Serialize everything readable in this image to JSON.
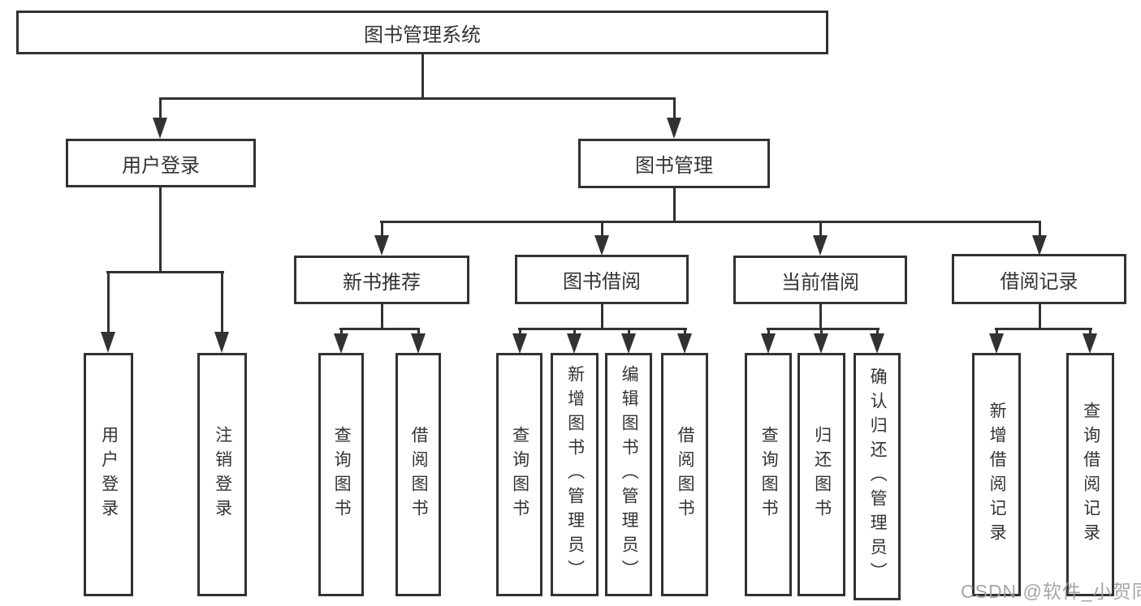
{
  "colors": {
    "line": "#323232",
    "box_border": "#323232",
    "background": "#ffffff",
    "text": "#333333",
    "watermark": "#9e9e9e"
  },
  "tree": {
    "root": {
      "label": "图书管理系统",
      "children": [
        {
          "label": "用户登录",
          "children": [
            {
              "label": "用户登录"
            },
            {
              "label": "注销登录"
            }
          ]
        },
        {
          "label": "图书管理",
          "children": [
            {
              "label": "新书推荐",
              "children": [
                {
                  "label": "查询图书"
                },
                {
                  "label": "借阅图书"
                }
              ]
            },
            {
              "label": "图书借阅",
              "children": [
                {
                  "label": "查询图书"
                },
                {
                  "label": "新增图书（管理员）"
                },
                {
                  "label": "编辑图书（管理员）"
                },
                {
                  "label": "借阅图书"
                }
              ]
            },
            {
              "label": "当前借阅",
              "children": [
                {
                  "label": "查询图书"
                },
                {
                  "label": "归还图书"
                },
                {
                  "label": "确认归还（管理员）"
                }
              ]
            },
            {
              "label": "借阅记录",
              "children": [
                {
                  "label": "新增借阅记录"
                },
                {
                  "label": "查询借阅记录"
                }
              ]
            }
          ]
        }
      ]
    }
  },
  "watermark": {
    "text": "CSDN @软件_小贺同学"
  }
}
